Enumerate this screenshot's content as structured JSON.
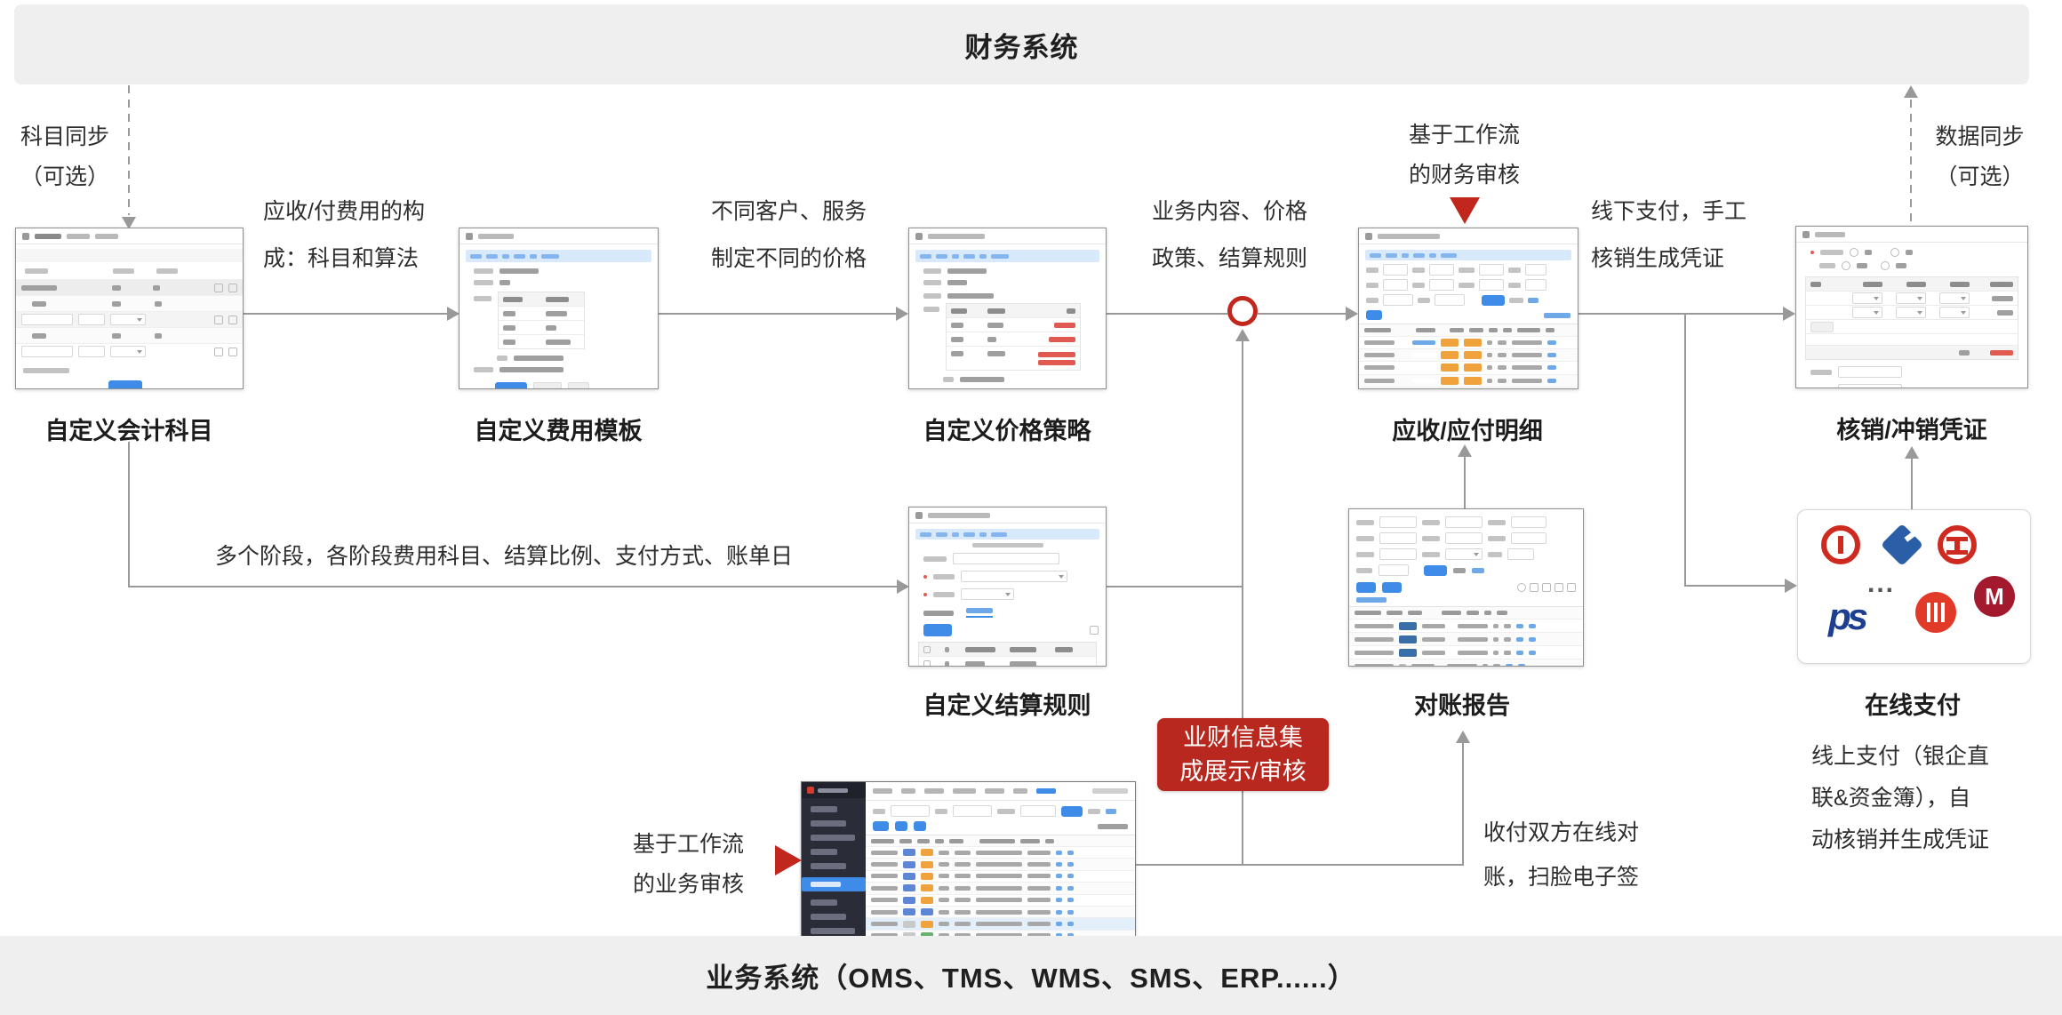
{
  "colors": {
    "band_bg": "#f0efef",
    "line": "#999999",
    "red": "#c1271c",
    "red_box_bg": "#b9281e",
    "blue": "#3f8ce8",
    "light_blue": "#d8e9fb",
    "orange": "#f0a23c",
    "navy": "#3a6ea8",
    "green": "#67b26f",
    "sidebar_dark": "#2a2c37"
  },
  "bands": {
    "top_title": "财务系统",
    "bottom_title": "业务系统（OMS、TMS、WMS、SMS、ERP......）"
  },
  "nodes": {
    "accounting_subjects": {
      "label": "自定义会计科目"
    },
    "fee_template": {
      "label": "自定义费用模板"
    },
    "price_strategy": {
      "label": "自定义价格策略"
    },
    "receivable_payable": {
      "label": "应收/应付明细"
    },
    "writeoff_voucher": {
      "label": "核销/冲销凭证"
    },
    "settlement_rules": {
      "label": "自定义结算规则"
    },
    "reconciliation_report": {
      "label": "对账报告"
    },
    "online_payment": {
      "label": "在线支付"
    }
  },
  "annotations": {
    "subject_sync": "科目同步\n（可选）",
    "fee_composition": "应收/付费用的构\n成：科目和算法",
    "customer_pricing": "不同客户、服务\n制定不同的价格",
    "business_rules": "业务内容、价格\n政策、结算规则",
    "finance_audit": "基于工作流\n的财务审核",
    "offline_payment": "线下支付，手工\n核销生成凭证",
    "data_sync": "数据同步\n（可选）",
    "multi_stage": "多个阶段，各阶段费用科目、结算比例、支付方式、账单日",
    "integration_badge": "业财信息集\n成展示/审核",
    "business_audit": "基于工作流\n的业务审核",
    "online_reconciliation": "收付双方在线对\n账，扫脸电子签",
    "online_pay_desc": "线上支付（银企直\n联&资金簿），自\n动核销并生成凭证",
    "bank_ellipsis": "..."
  },
  "banks": [
    "bank-of-china",
    "china-construction-bank",
    "icbc",
    "spd-bank",
    "citic-bank",
    "china-merchants-bank"
  ]
}
